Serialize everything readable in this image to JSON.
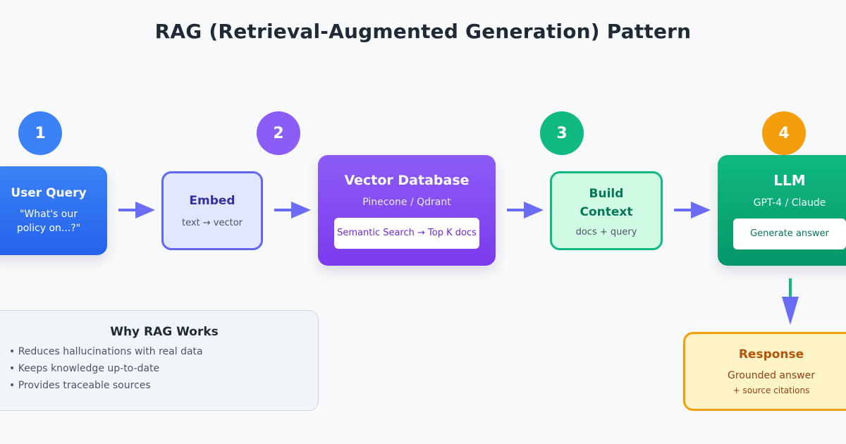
{
  "title": "RAG (Retrieval-Augmented Generation) Pattern",
  "steps": [
    "1",
    "2",
    "3",
    "4"
  ],
  "colors": {
    "blue": "#3b82f6",
    "purple": "#8b5cf6",
    "green": "#10b981",
    "amber": "#f59e0b",
    "indigo": "#6366f1",
    "arrow": "#6b6cf5"
  },
  "user_query": {
    "title": "User Query",
    "line1": "\"What's our",
    "line2": "policy on...?\""
  },
  "embed": {
    "title": "Embed",
    "subtitle": "text → vector"
  },
  "vector_db": {
    "title": "Vector Database",
    "subtitle": "Pinecone / Qdrant",
    "chip": "Semantic Search → Top K docs"
  },
  "build_context": {
    "title_line1": "Build",
    "title_line2": "Context",
    "subtitle": "docs + query"
  },
  "llm": {
    "title": "LLM",
    "subtitle": "GPT-4 / Claude",
    "chip": "Generate answer"
  },
  "response": {
    "title": "Response",
    "subtitle": "Grounded answer",
    "note": "+ source citations"
  },
  "why": {
    "title": "Why RAG Works",
    "items": [
      "• Reduces hallucinations with real data",
      "• Keeps knowledge up-to-date",
      "• Provides traceable sources"
    ]
  }
}
